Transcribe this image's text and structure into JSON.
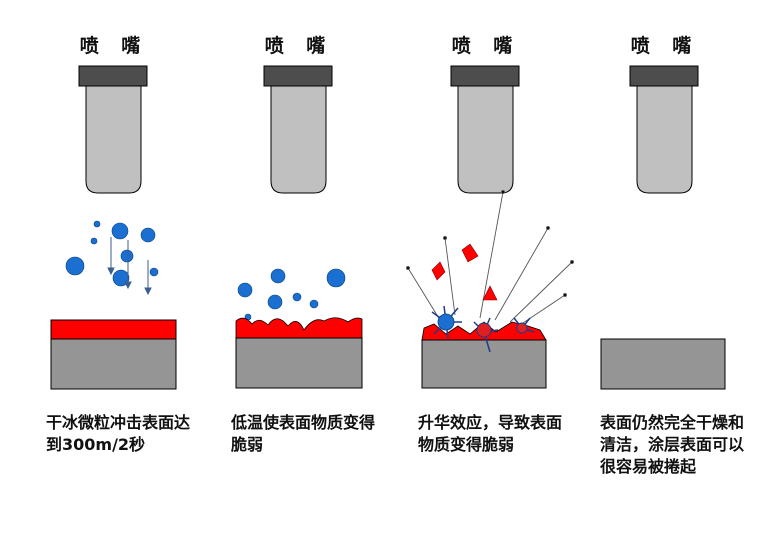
{
  "nozzle_label": "喷 嘴",
  "stages": [
    {
      "caption": "干冰微粒冲击表面达到300m/2秒"
    },
    {
      "caption": "低温使表面物质变得脆弱"
    },
    {
      "caption": "升华效应，导致表面物质变得脆弱"
    },
    {
      "caption": "表面仍然完全干燥和清洁，涂层表面可以很容易被捲起"
    }
  ],
  "colors": {
    "nozzle_cap": "#4d4d4d",
    "nozzle_body": "#c0c0c0",
    "substrate": "#959595",
    "coating": "#ff0000",
    "dry_ice_particle": "#1a6fd1"
  }
}
